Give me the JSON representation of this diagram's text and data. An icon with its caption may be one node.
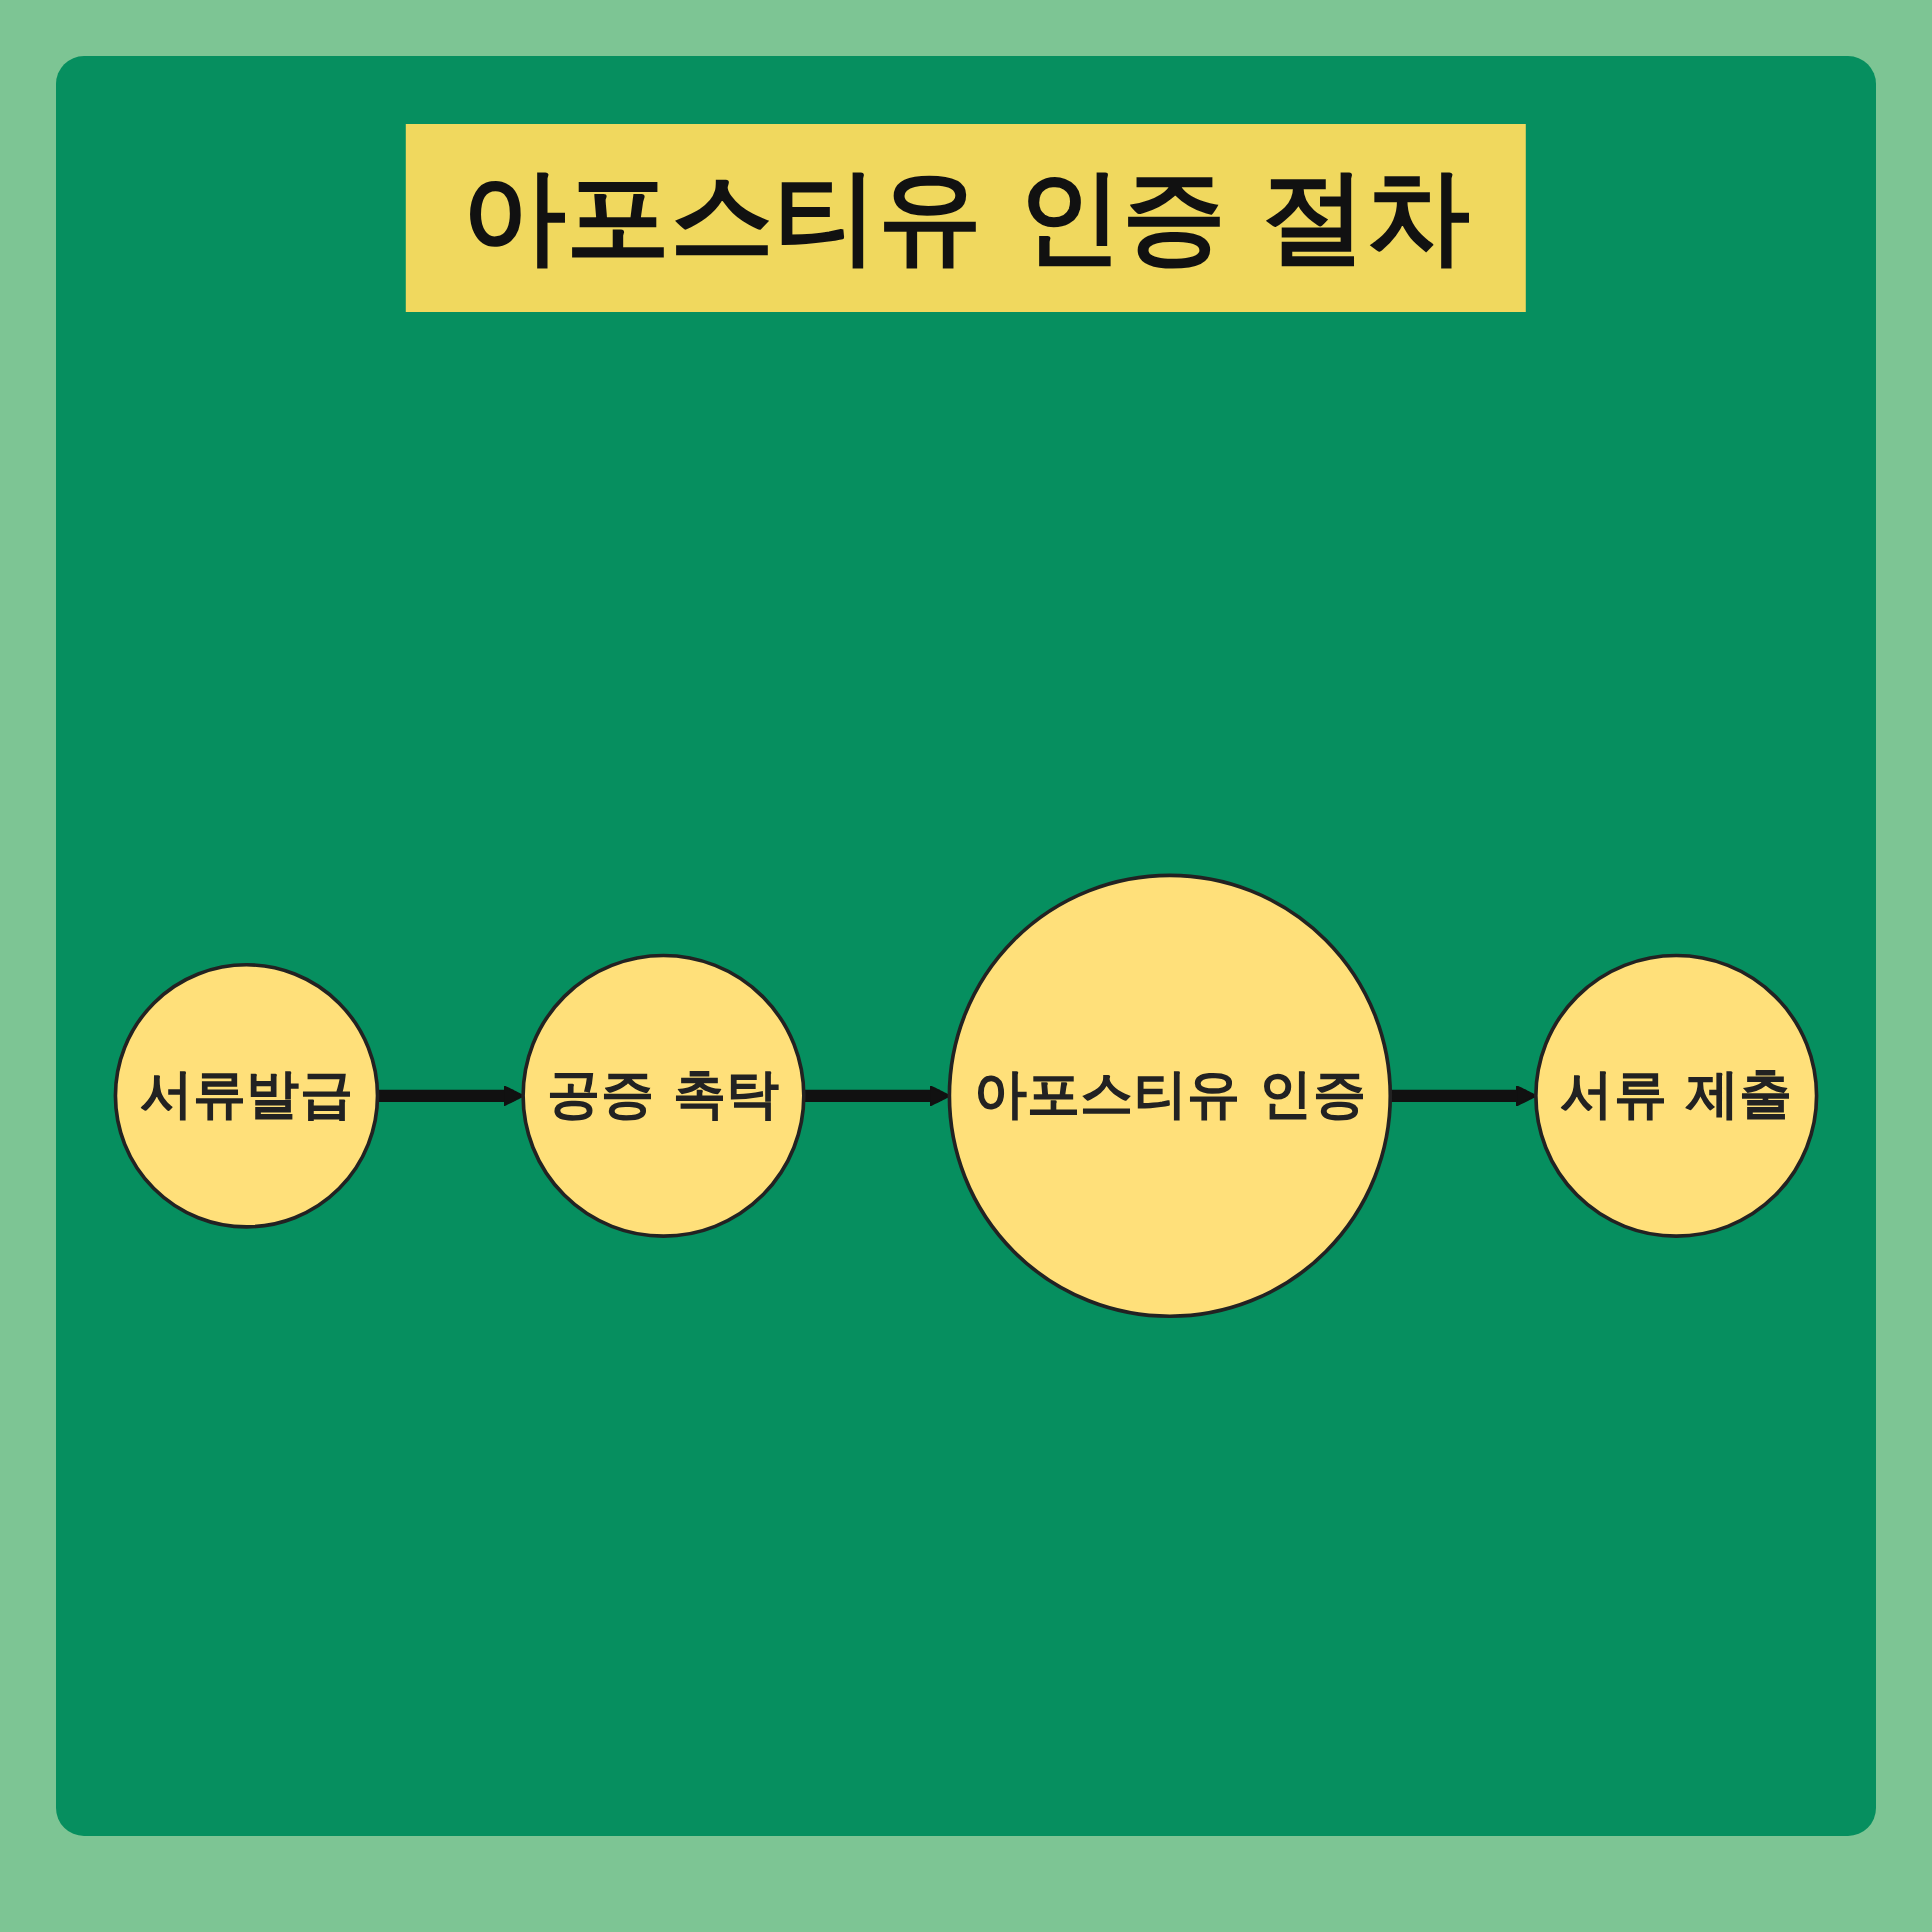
{
  "diagram": {
    "title": "아포스티유 인증 절차",
    "nodes": [
      {
        "text": [
          "서류발급"
        ]
      },
      {
        "text": [
          "공증 촉탁"
        ]
      },
      {
        "text": [
          "아포스티유 인증"
        ]
      },
      {
        "text": [
          "서류 제출"
        ]
      }
    ],
    "edges": [
      {
        "from": 0,
        "to": 1,
        "arrow": "to"
      },
      {
        "from": 1,
        "to": 2,
        "arrow": "to"
      },
      {
        "from": 2,
        "to": 3,
        "arrow": "to"
      }
    ]
  }
}
